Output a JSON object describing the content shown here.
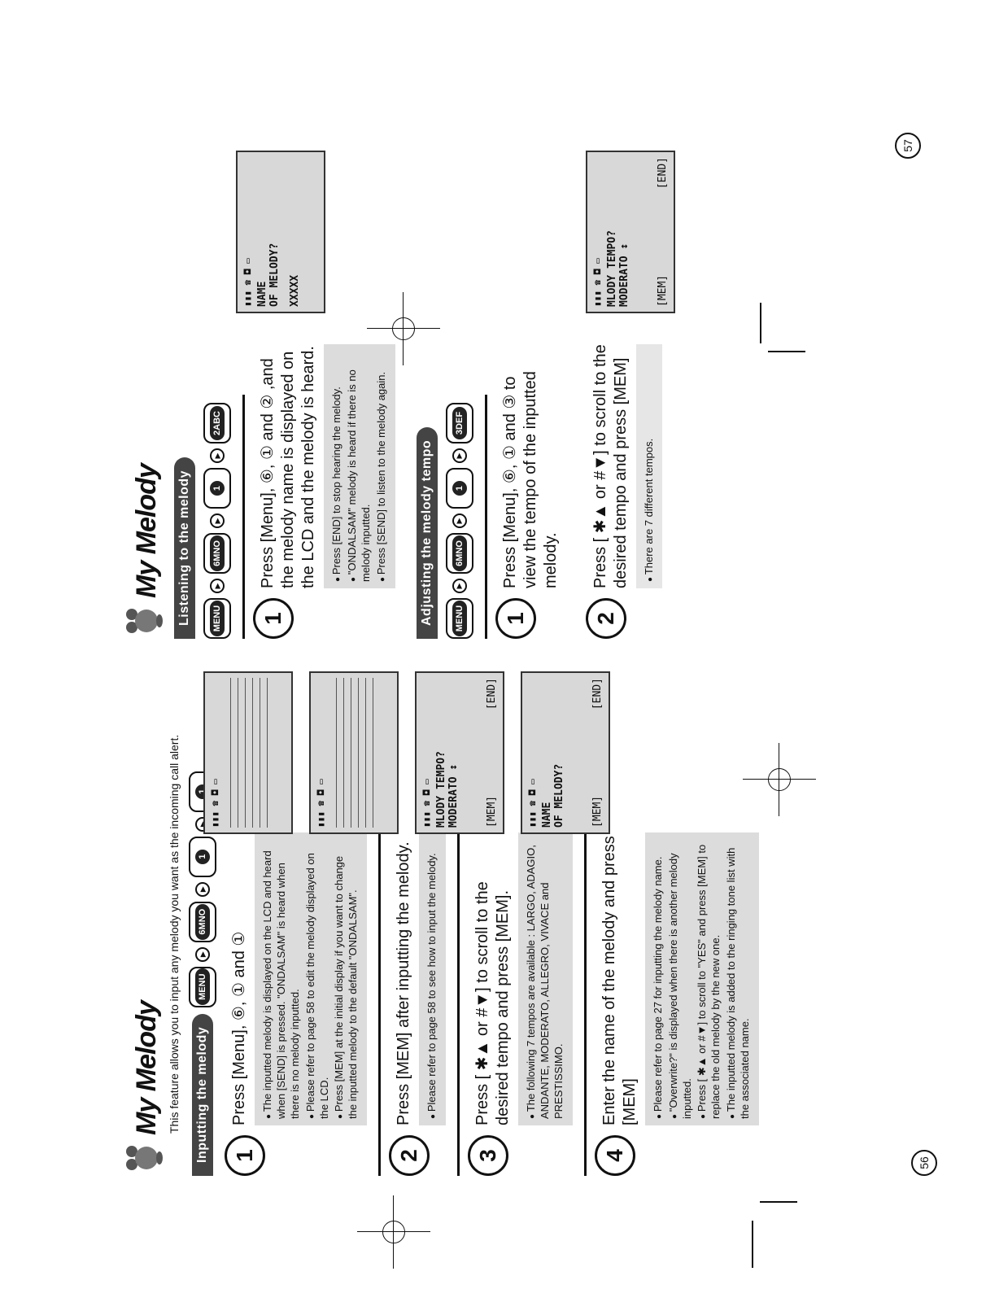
{
  "header": {
    "brand": "My Melody"
  },
  "left_page": {
    "intro": "This feature allows you to input any melody you want as the incoming call alert.",
    "section_title": "Inputting the melody",
    "keys": [
      "MENU",
      "6MNO",
      "1",
      "1"
    ],
    "steps": [
      {
        "number": "1",
        "instruction": "Press [Menu], ⑥, ① and ①",
        "notes": [
          "The inputted melody is displayed on the LCD and heard when [SEND] is pressed. \"ONDALSAM\" is heard when there is no melody inputted.",
          "Please refer to page 58 to edit the melody displayed on the LCD.",
          "Press [MEM] at the initial display if you want to change the inputted melody to the default \"ONDALSAM\"."
        ]
      },
      {
        "number": "2",
        "instruction": "Press [MEM] after inputting the melody.",
        "notes": [
          "Please refer to page 58 to see how to input the melody."
        ]
      },
      {
        "number": "3",
        "instruction": "Press [ ✱▲ or #▼] to scroll to the desired tempo and press [MEM].",
        "notes": [
          "The following 7 tempos are available : LARGO, ADAGIO, ANDANTE, MODERATO, ALLEGRO, VIVACE and PRESTISSIMO."
        ]
      },
      {
        "number": "4",
        "instruction": "Enter the name of the melody and press [MEM]",
        "notes": [
          "Please refer to page 27 for inputting the melody name.",
          "\"Overwrite?\" is displayed when there is another melody inputted.",
          "Press [ ✱▲ or #▼] to scroll to \"YES\" and press [MEM] to replace the old melody by the new one.",
          "The inputted melody is added to the ringing tone list with the associated name."
        ]
      }
    ],
    "lcds": [
      {
        "line1": "",
        "line2": "",
        "left": "",
        "right": ""
      },
      {
        "line1": "",
        "line2": "",
        "left": "",
        "right": ""
      },
      {
        "line1": "MLODY TEMPO?",
        "line2": "MODERATO ↕",
        "left": "[MEM]",
        "right": "[END]"
      },
      {
        "line1": "NAME",
        "line2": "OF MELODY?",
        "left": "[MEM]",
        "right": "[END]"
      }
    ],
    "page_number": "56"
  },
  "right_page": {
    "listening": {
      "section_title": "Listening to the melody",
      "keys": [
        "MENU",
        "6MNO",
        "1",
        "2ABC"
      ],
      "step": {
        "number": "1",
        "instruction": "Press [Menu], ⑥, ① and ② ,and the melody name is displayed on the LCD and the melody is heard.",
        "notes": [
          "Press [END] to stop hearing the melody.",
          "\"ONDALSAM\" melody is heard if there is no melody inputted.",
          "Press [SEND] to listen to the melody again."
        ]
      },
      "lcd": {
        "line1": "NAME",
        "line2": "OF MELODY?",
        "line3": "XXXXX"
      }
    },
    "tempo": {
      "section_title": "Adjusting the melody tempo",
      "keys": [
        "MENU",
        "6MNO",
        "1",
        "3DEF"
      ],
      "steps": [
        {
          "number": "1",
          "instruction": "Press [Menu], ⑥, ① and ③ to view the tempo of the inputted melody.",
          "notes": []
        },
        {
          "number": "2",
          "instruction": "Press [ ✱▲ or #▼] to scroll to the desired tempo and press [MEM]",
          "notes": [
            "There are 7 different tempos."
          ]
        }
      ],
      "lcd": {
        "line1": "MLODY TEMPO?",
        "line2": "MODERATO ↕",
        "left": "[MEM]",
        "right": "[END]"
      }
    },
    "page_number": "57"
  }
}
